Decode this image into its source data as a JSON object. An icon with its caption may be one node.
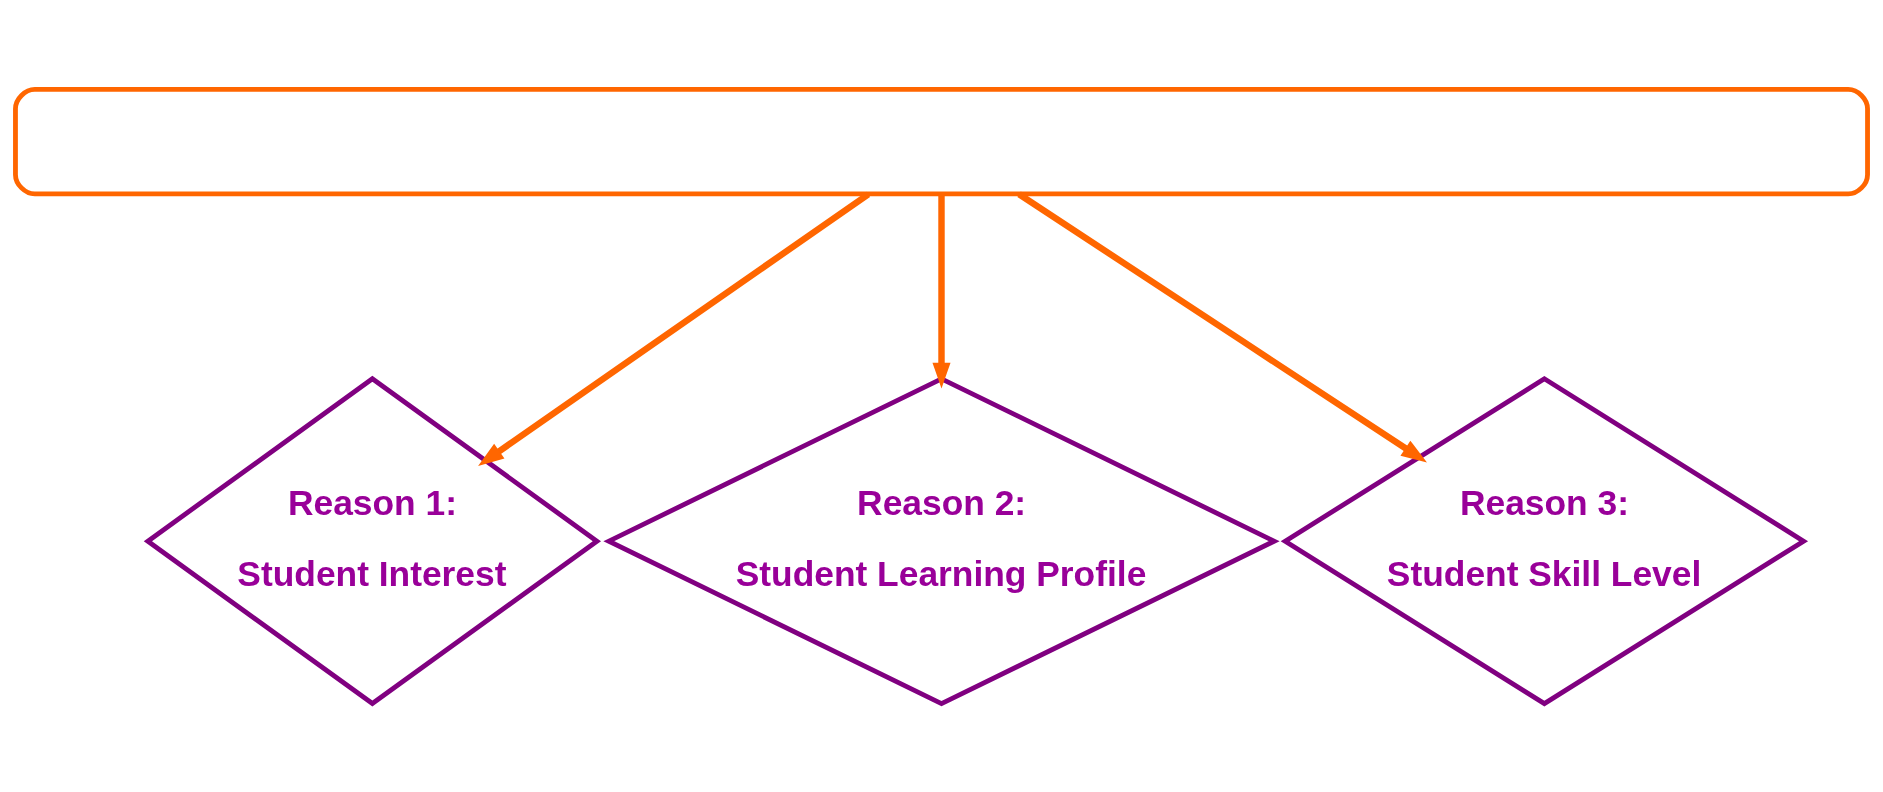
{
  "diagram": {
    "nodes": [
      {
        "text": [],
        "shape": "box"
      },
      {
        "text": [
          "Reason 1:",
          "Student Interest"
        ]
      },
      {
        "text": [
          "Reason 2:",
          "Student Learning Profile"
        ]
      },
      {
        "text": [
          "Reason 3:",
          "Student Skill Level"
        ]
      }
    ],
    "edges": [
      {
        "from": 0,
        "to": 1,
        "arrow": "to"
      },
      {
        "from": 0,
        "to": 2,
        "arrow": "to"
      },
      {
        "from": 0,
        "to": 3,
        "arrow": "to"
      }
    ]
  }
}
